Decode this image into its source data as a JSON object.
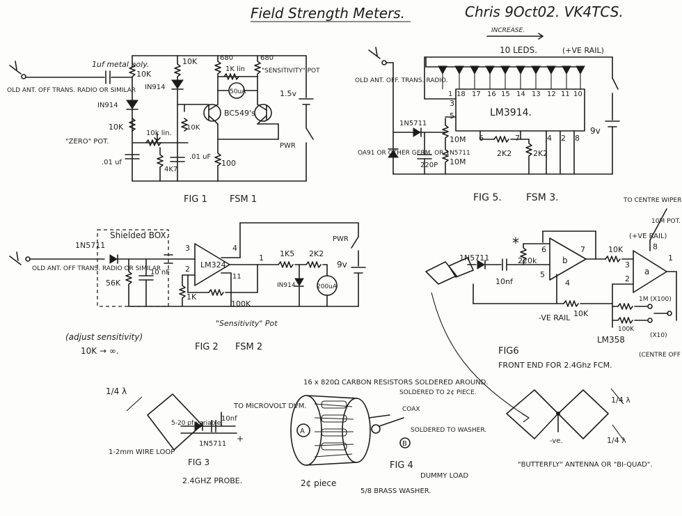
{
  "header": {
    "title": "Field Strength Meters.",
    "author": "Chris 9Oct02. VK4TCS."
  },
  "fig1": {
    "antenna": "OLD ANT. OFF TRANS. RADIO OR SIMILAR",
    "cap_in": "1uf metal poly.",
    "r_in": "10K",
    "diode": "IN914",
    "r_load": "10K",
    "zero_pot": "\"ZERO\" POT.",
    "cap1": ".01 uf",
    "pot_lin": "10k lin.",
    "r_4k7": "4K7",
    "r_top": "10K",
    "diode2": "IN914",
    "r_10k2": "10K",
    "cap2": ".01 uF",
    "r_100": "100",
    "r_680a": "680",
    "r_680b": "680",
    "pot_1k": "1K lin",
    "meter": "50uA",
    "sens_pot": "\"SENSITIVITY\" POT",
    "transistor": "BC549's",
    "battery": "1.5v",
    "pwr": "PWR",
    "caption": "FIG 1",
    "name": "FSM 1"
  },
  "fig5": {
    "antenna": "OLD ANT. OFF. TRANS. RADIO.",
    "increase": "INCREASE.",
    "leds": "10 LEDS.",
    "rail": "(+VE RAIL)",
    "pins_top": [
      "1",
      "18",
      "17",
      "16",
      "15",
      "14",
      "13",
      "12",
      "11",
      "10"
    ],
    "ic": "LM3914.",
    "pin3": "3",
    "pin5": "5",
    "pin6": "6",
    "pin7": "7",
    "pin4": "4",
    "pin2": "2",
    "pin8": "8",
    "diode": "1N5711",
    "r_10m_a": "10M",
    "r_10m_b": "10M",
    "r_2k2a": "2K2",
    "r_2k2b": "2K2",
    "cap": "220P",
    "germ": "OA91 OR OTHER GERM. OR 1N5711",
    "battery": "9v",
    "caption": "FIG 5.",
    "name": "FSM 3."
  },
  "fig2": {
    "antenna": "OLD ANT. OFF TRANS. RADIO OR SIMILAR",
    "diode": "1N5711",
    "shield": "Shielded BOX.",
    "r_56k": "56K",
    "cap": "10 nF",
    "op_amp": "LM324",
    "pin3": "3",
    "pin2": "2",
    "pin4": "4",
    "pin1": "1",
    "pin11": "11",
    "r_1k": "1K",
    "pot_100k": "100K",
    "r_1k5": "1K5",
    "r_2k2": "2K2",
    "diode2": "IN914",
    "meter": "200uA",
    "battery": "9v",
    "pwr": "PWR",
    "sens_pot": "\"Sensitivity\" Pot",
    "adjust": "(adjust sensitivity)",
    "range": "10K → ∞.",
    "caption": "FIG 2",
    "name": "FSM 2"
  },
  "fig6": {
    "diode": "1N5711",
    "asterisk": "*",
    "r_220k": "220k",
    "cap": "10nf",
    "pin6": "6",
    "pin7": "7",
    "pin5": "5",
    "pin4": "4",
    "amp_b": "b",
    "amp_a": "a",
    "r_10k": "10K",
    "r_10k2": "10K",
    "pin3": "3",
    "pin2": "2",
    "pin8": "8",
    "pin1": "1",
    "to_wiper": "TO CENTRE WIPER",
    "pot": "10M POT.",
    "rail": "(+VE RAIL)",
    "r_1m": "1M (X100)",
    "r_100k": "100K",
    "x10": "(X10)",
    "neg_rail": "-VE RAIL",
    "ic": "LM358",
    "switch": "(CENTRE OFF SWITCH. DOUBLE POLE)",
    "caption": "FIG6",
    "desc": "FRONT END FOR 2.4Ghz FCM."
  },
  "fig3": {
    "lambda": "1/4 λ",
    "cap": "5-20 pf variable.",
    "cap2": "10nf",
    "diode": "1N5711",
    "to": "TO MICROVOLT DVM.",
    "plus": "+",
    "loop": "1-2mm WIRE LOOP",
    "caption": "FIG 3",
    "desc": "2.4GHZ PROBE."
  },
  "fig4": {
    "resistors": "16 x 820Ω CARBON RESISTORS SOLDERED AROUND.",
    "soldered1": "SOLDERED TO 2¢ PIECE.",
    "coax": "COAX",
    "soldered2": "SOLDERED TO WASHER.",
    "a": "A",
    "b": "B",
    "coin": "2¢ piece",
    "washer": "5/8 BRASS WASHER.",
    "caption": "FIG 4",
    "name": "DUMMY LOAD"
  },
  "antenna": {
    "lambda_a": "1/4 λ",
    "lambda_b": "1/4 λ",
    "feed": "-ve.",
    "label": "\"BUTTERFLY\" ANTENNA OR \"BI-QUAD\"."
  }
}
